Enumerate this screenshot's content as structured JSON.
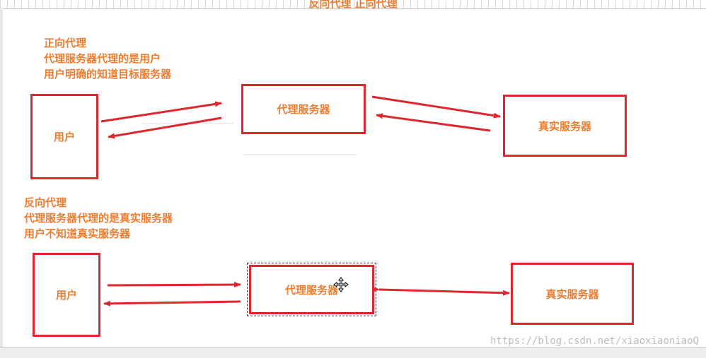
{
  "header": {
    "title": "反向代理 正向代理"
  },
  "forward": {
    "notes": [
      "正向代理",
      "代理服务器代理的是用户",
      "用户明确的知道目标服务器"
    ],
    "user_label": "用户",
    "proxy_label": "代理服务器",
    "server_label": "真实服务器"
  },
  "reverse": {
    "notes": [
      "反向代理",
      "代理服务器代理的是真实服务器",
      "用户不知道真实服务器"
    ],
    "user_label": "用户",
    "proxy_label": "代理服务器",
    "server_label": "真实服务器"
  },
  "watermark": "https://blog.csdn.net/xiaoxiaoniaoQ",
  "colors": {
    "box_border": "#e0262d",
    "arrow": "#e0262d",
    "text": "#ed7d31"
  },
  "icons": {
    "cursor": "move-cursor-icon"
  }
}
